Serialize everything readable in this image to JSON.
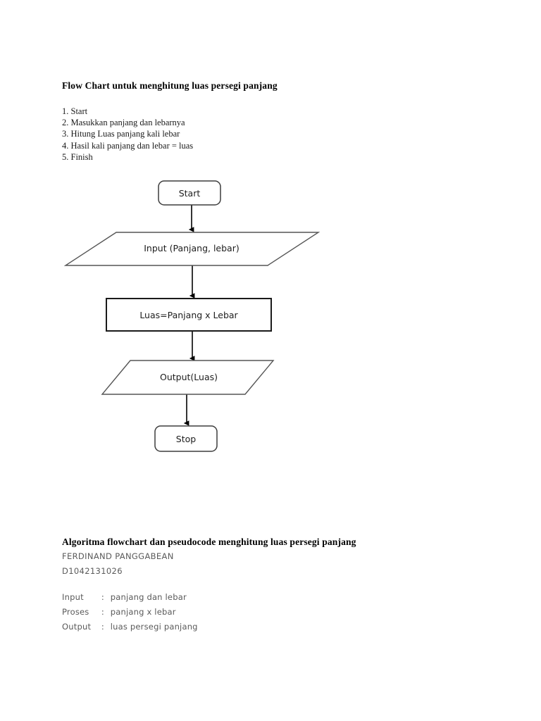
{
  "document": {
    "heading_1": "Flow Chart untuk menghitung luas persegi panjang",
    "heading_2": "Algoritma flowchart dan pseudocode menghitung luas persegi panjang"
  },
  "steps": [
    {
      "num": "1.",
      "text": "Start"
    },
    {
      "num": "2.",
      "text": "Masukkan panjang dan lebarnya"
    },
    {
      "num": "3.",
      "text": "Hitung Luas panjang kali lebar"
    },
    {
      "num": "4.",
      "text": "Hasil kali panjang dan lebar = luas"
    },
    {
      "num": "5.",
      "text": "Finish"
    }
  ],
  "flowchart": {
    "nodes": [
      {
        "id": "start",
        "shape": "terminator",
        "label": "Start"
      },
      {
        "id": "input",
        "shape": "parallelogram",
        "label": "Input (Panjang, lebar)"
      },
      {
        "id": "process",
        "shape": "rectangle",
        "label": "Luas=Panjang x Lebar"
      },
      {
        "id": "output",
        "shape": "parallelogram",
        "label": "Output(Luas)"
      },
      {
        "id": "stop",
        "shape": "terminator",
        "label": "Stop"
      }
    ],
    "edges": [
      {
        "from": "start",
        "to": "input"
      },
      {
        "from": "input",
        "to": "process"
      },
      {
        "from": "process",
        "to": "output"
      },
      {
        "from": "output",
        "to": "stop"
      }
    ],
    "line_color": "#000000",
    "shape_border_color": "#3d3d3d",
    "shape_fill": "#ffffff"
  },
  "author": {
    "name": "FERDINAND PANGGABEAN",
    "student_id": "D1042131026"
  },
  "io_spec": [
    {
      "key": "Input",
      "sep": ":",
      "value": "panjang dan lebar"
    },
    {
      "key": "Proses",
      "sep": ":",
      "value": "panjang x lebar"
    },
    {
      "key": "Output",
      "sep": ":",
      "value": "luas persegi panjang"
    }
  ]
}
